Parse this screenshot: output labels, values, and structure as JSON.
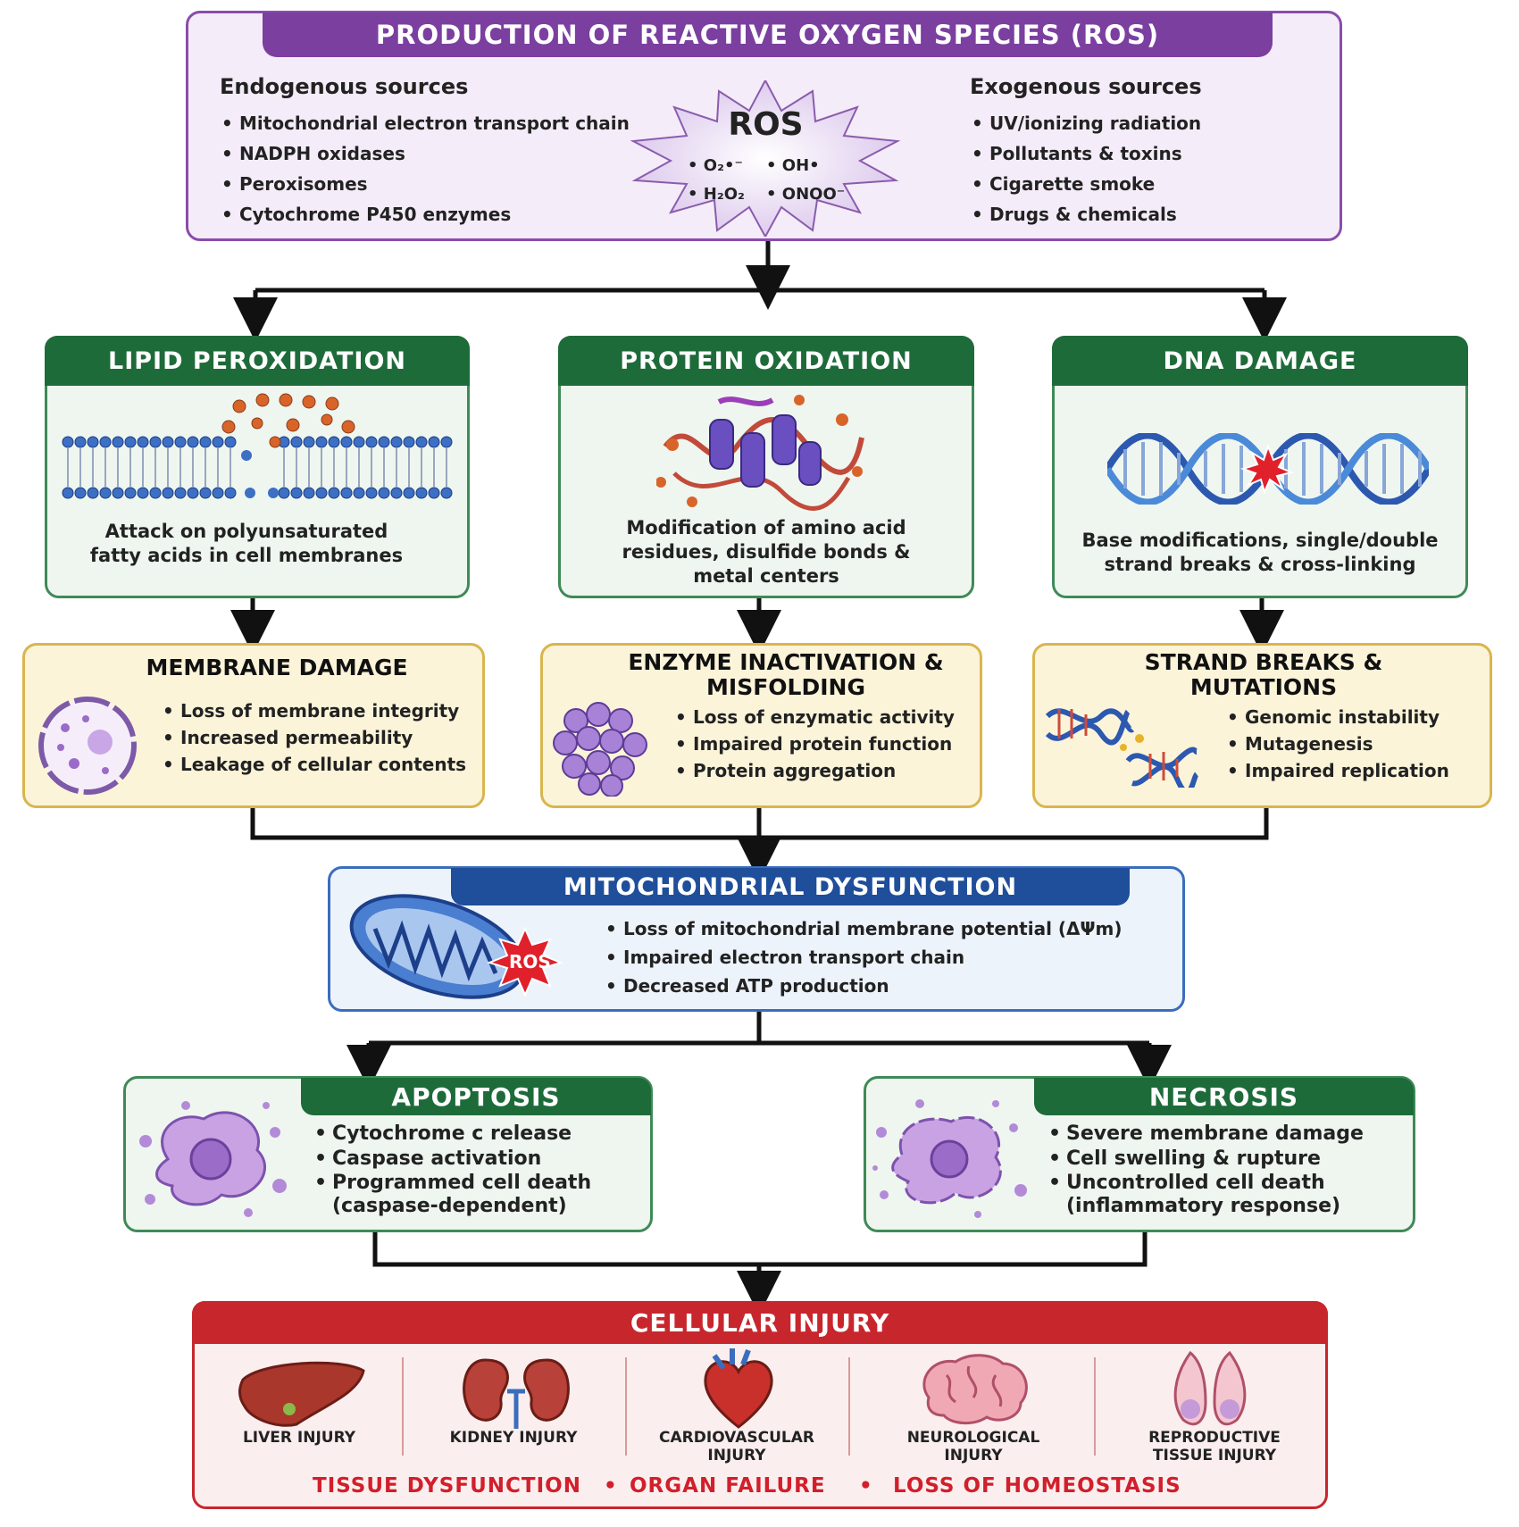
{
  "colors": {
    "purple": "#7b3fa0",
    "green": "#1e6b3a",
    "yellow": "#e8c95a",
    "blue": "#1f4e9a",
    "red": "#c8262d"
  },
  "ros": {
    "title": "PRODUCTION OF REACTIVE OXYGEN SPECIES (ROS)",
    "endogenous_title": "Endogenous sources",
    "endogenous": [
      "Mitochondrial electron transport chain",
      "NADPH oxidases",
      "Peroxisomes",
      "Cytochrome P450 enzymes"
    ],
    "burst_title": "ROS",
    "species": [
      "O₂•⁻",
      "OH•",
      "H₂O₂",
      "ONOO⁻"
    ],
    "exogenous_title": "Exogenous sources",
    "exogenous": [
      "UV/ionizing radiation",
      "Pollutants & toxins",
      "Cigarette smoke",
      "Drugs & chemicals"
    ]
  },
  "targets": [
    {
      "title": "LIPID PEROXIDATION",
      "caption": "Attack on polyunsaturated fatty acids in cell membranes",
      "icon": "lipid-bilayer-icon"
    },
    {
      "title": "PROTEIN OXIDATION",
      "caption": "Modification of amino acid residues, disulfide bonds & metal centers",
      "icon": "protein-structure-icon"
    },
    {
      "title": "DNA DAMAGE",
      "caption": "Base modifications, single/double strand breaks & cross-linking",
      "icon": "dna-helix-icon"
    }
  ],
  "effects": [
    {
      "title": "MEMBRANE DAMAGE",
      "items": [
        "Loss of membrane integrity",
        "Increased permeability",
        "Leakage of cellular contents"
      ],
      "icon": "damaged-cell-icon"
    },
    {
      "title": "ENZYME INACTIVATION & MISFOLDING",
      "items": [
        "Loss of enzymatic activity",
        "Impaired protein function",
        "Protein aggregation"
      ],
      "icon": "protein-aggregate-icon"
    },
    {
      "title": "STRAND BREAKS & MUTATIONS",
      "items": [
        "Genomic instability",
        "Mutagenesis",
        "Impaired replication"
      ],
      "icon": "broken-dna-icon"
    }
  ],
  "mito": {
    "title": "MITOCHONDRIAL DYSFUNCTION",
    "burst": "ROS",
    "items": [
      "Loss of mitochondrial membrane potential (ΔΨm)",
      "Impaired electron transport chain",
      "Decreased ATP production"
    ],
    "icon": "mitochondrion-icon"
  },
  "death": [
    {
      "title": "APOPTOSIS",
      "items": [
        "Cytochrome c release",
        "Caspase activation",
        "Programmed cell death (caspase-dependent)"
      ],
      "icon": "apoptotic-cell-icon"
    },
    {
      "title": "NECROSIS",
      "items": [
        "Severe membrane damage",
        "Cell swelling & rupture",
        "Uncontrolled cell death (inflammatory response)"
      ],
      "icon": "necrotic-cell-icon"
    }
  ],
  "injury": {
    "title": "CELLULAR INJURY",
    "organs": [
      {
        "label": "LIVER INJURY",
        "icon": "liver-icon"
      },
      {
        "label": "KIDNEY INJURY",
        "icon": "kidney-icon"
      },
      {
        "label": "CARDIOVASCULAR INJURY",
        "icon": "heart-icon"
      },
      {
        "label": "NEUROLOGICAL INJURY",
        "icon": "brain-icon"
      },
      {
        "label": "REPRODUCTIVE TISSUE INJURY",
        "icon": "ovary-icon"
      }
    ],
    "outcomes": [
      "TISSUE DYSFUNCTION",
      "ORGAN FAILURE",
      "LOSS OF HOMEOSTASIS"
    ]
  }
}
